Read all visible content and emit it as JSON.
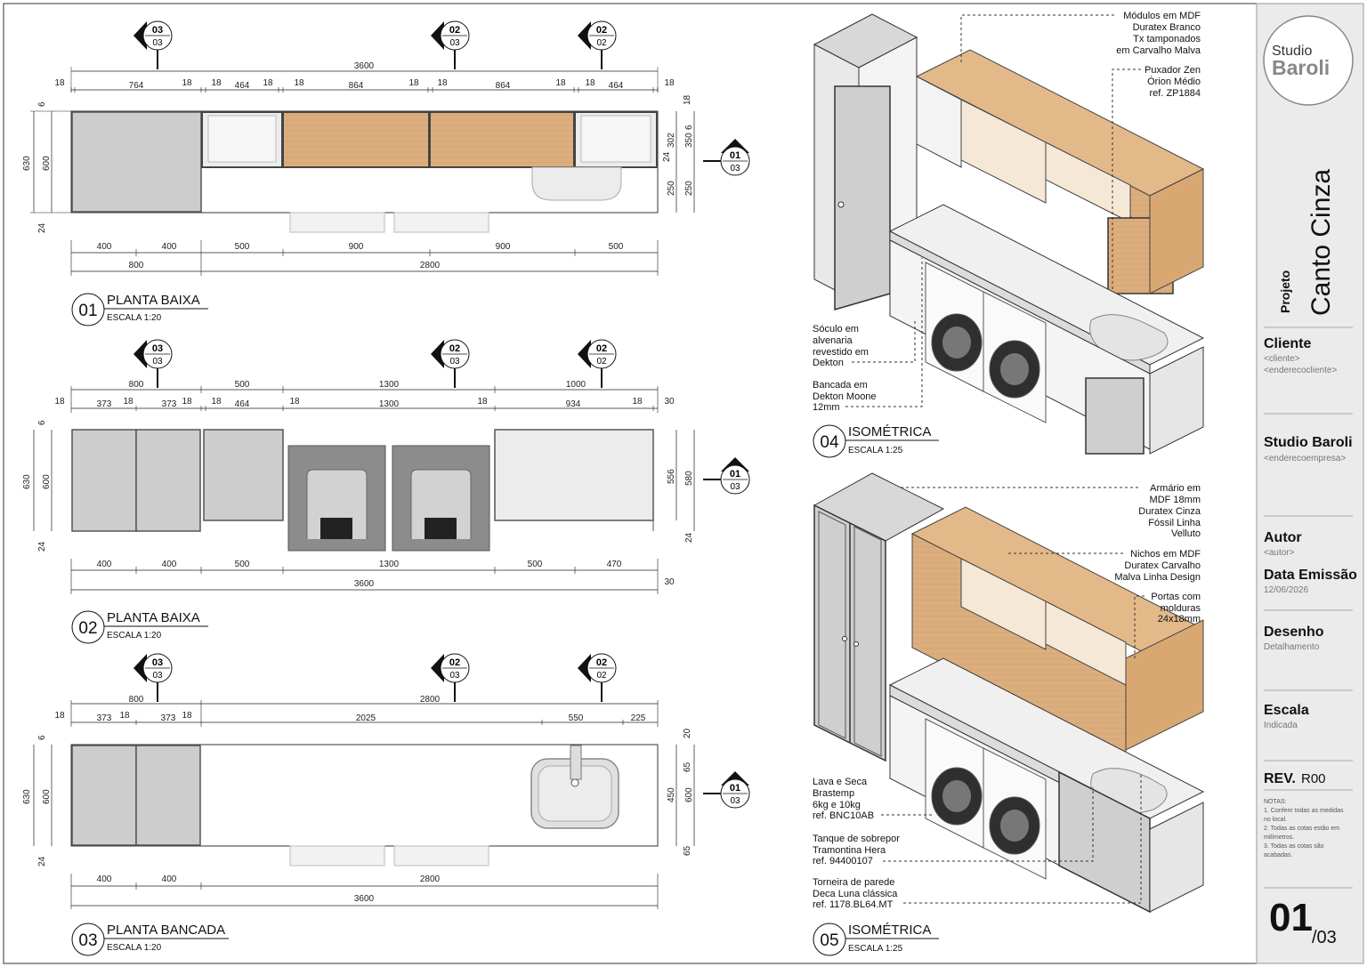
{
  "views": {
    "v01": {
      "number": "01",
      "title": "PLANTA BAIXA",
      "scale": "ESCALA 1:20"
    },
    "v02": {
      "number": "02",
      "title": "PLANTA BAIXA",
      "scale": "ESCALA 1:20"
    },
    "v03": {
      "number": "03",
      "title": "PLANTA BANCADA",
      "scale": "ESCALA 1:20"
    },
    "v04": {
      "number": "04",
      "title": "ISOMÉTRICA",
      "scale": "ESCALA 1:25"
    },
    "v05": {
      "number": "05",
      "title": "ISOMÉTRICA",
      "scale": "ESCALA 1:25"
    }
  },
  "markers": {
    "top": [
      {
        "num": "03",
        "sheet": "03"
      },
      {
        "num": "02",
        "sheet": "03"
      },
      {
        "num": "02",
        "sheet": "02"
      }
    ],
    "side": {
      "num": "01",
      "sheet": "03"
    }
  },
  "dims": {
    "p01": {
      "total": "3600",
      "seg": [
        "18",
        "764",
        "18",
        "18",
        "464",
        "18",
        "18",
        "864",
        "18",
        "18",
        "864",
        "18",
        "18",
        "464",
        "18"
      ],
      "bottom": [
        "400",
        "400",
        "500",
        "900",
        "900",
        "500"
      ],
      "bottom_total": [
        "800",
        "2800"
      ],
      "left": [
        "6",
        "630",
        "600",
        "24"
      ],
      "right": [
        "18",
        "6",
        "302",
        "350",
        "24",
        "250",
        "250"
      ]
    },
    "p02": {
      "top_group": [
        "800",
        "500",
        "1300",
        "1000"
      ],
      "seg": [
        "18",
        "373",
        "18",
        "373",
        "18",
        "18",
        "464",
        "18",
        "1300",
        "18",
        "934",
        "18",
        "30"
      ],
      "bottom": [
        "400",
        "400",
        "500",
        "1300",
        "500",
        "470"
      ],
      "bottom_total": "3600",
      "bottom_right": "30",
      "left": [
        "6",
        "630",
        "600",
        "24"
      ],
      "right": [
        "556",
        "580",
        "24"
      ]
    },
    "p03": {
      "top_group": [
        "800",
        "2800"
      ],
      "seg": [
        "18",
        "373",
        "18",
        "373",
        "18",
        "2025",
        "550",
        "225"
      ],
      "bottom": [
        "400",
        "400",
        "2800"
      ],
      "bottom_total": "3600",
      "left": [
        "6",
        "630",
        "600",
        "24"
      ],
      "right": [
        "20",
        "65",
        "450",
        "600",
        "65"
      ]
    }
  },
  "notes04": [
    {
      "lines": [
        "Módulos em MDF",
        "Duratex Branco",
        "Tx tamponados",
        "em Carvalho Malva"
      ]
    },
    {
      "lines": [
        "Puxador Zen",
        "Órion Médio",
        "ref. ZP1884"
      ]
    },
    {
      "lines": [
        "Sóculo em",
        "alvenaria",
        "revestido em",
        "Dekton"
      ]
    },
    {
      "lines": [
        "Bancada em",
        "Dekton Moone",
        "12mm"
      ]
    }
  ],
  "notes05": [
    {
      "lines": [
        "Armário em",
        "MDF 18mm",
        "Duratex Cinza",
        "Fóssil Linha",
        "Velluto"
      ]
    },
    {
      "lines": [
        "Nichos em MDF",
        "Duratex Carvalho",
        "Malva Linha Design"
      ]
    },
    {
      "lines": [
        "Portas com",
        "molduras",
        "24x18mm"
      ]
    },
    {
      "lines": [
        "Lava e Seca",
        "Brastemp",
        "6kg e 10kg",
        "ref. BNC10AB"
      ]
    },
    {
      "lines": [
        "Tanque de sobrepor",
        "Tramontina Hera",
        "ref. 94400107"
      ]
    },
    {
      "lines": [
        "Torneira de parede",
        "Deca Luna clássica",
        "ref. 1178.BL64.MT"
      ]
    }
  ],
  "titleblock": {
    "logo_top": "Studio",
    "logo_bottom": "Baroli",
    "project_label": "Projeto",
    "project_name": "Canto Cinza",
    "client_label": "Cliente",
    "client_value": "<cliente>",
    "client_address": "<enderecocliente>",
    "company": "Studio Baroli",
    "company_address": "<enderecoempresa>",
    "author_label": "Autor",
    "author_value": "<autor>",
    "date_label": "Data Emissão",
    "date_value": "12/06/2026",
    "drawing_label": "Desenho",
    "drawing_value": "Detalhamento",
    "scale_label": "Escala",
    "scale_value": "Indicada",
    "rev_label": "REV.",
    "rev_value": "R00",
    "notes": [
      "NOTAS:",
      "1. Conferir todas as medidas",
      "no local.",
      "2. Todas as cotas estão em",
      "milímetros.",
      "3. Todas as cotas são",
      "acabadas."
    ],
    "sheet_number": "01",
    "sheet_total": "/03"
  },
  "colors": {
    "wood": "#dcae7e",
    "gray_panel": "#cfcfcf",
    "dark_gray": "#8c8c8c",
    "line": "#222222",
    "titleblock_bg": "#ebebeb"
  }
}
